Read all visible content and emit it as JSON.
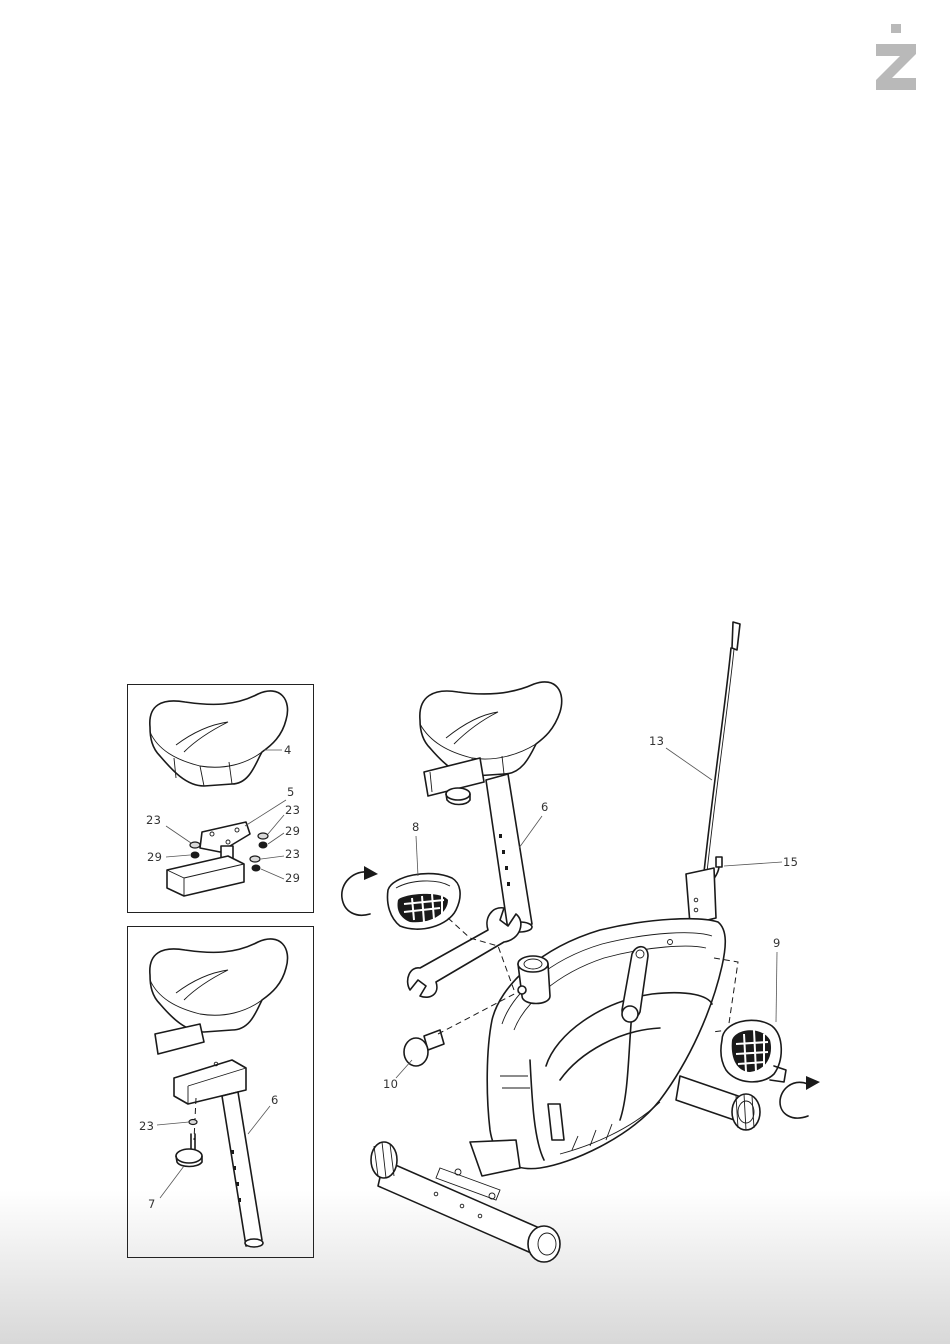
{
  "brand": {
    "logo_icon": "brand-z-icon"
  },
  "colors": {
    "line": "#1a1a1a",
    "fade": "#d8d8d8"
  },
  "panel_a": {
    "labels": {
      "seat": "4",
      "bracket": "5",
      "washer_top_right": "23",
      "washer_left": "23",
      "nut_left": "29",
      "nut_right_1": "29",
      "washer_right_2": "23",
      "nut_right_2": "29"
    }
  },
  "panel_b": {
    "labels": {
      "post": "6",
      "washer": "23",
      "knob": "7"
    }
  },
  "main": {
    "labels": {
      "sensor_wire": "13",
      "post": "6",
      "pedal_left": "8",
      "wire_connector": "15",
      "pedal_right": "9",
      "knob": "10"
    }
  }
}
